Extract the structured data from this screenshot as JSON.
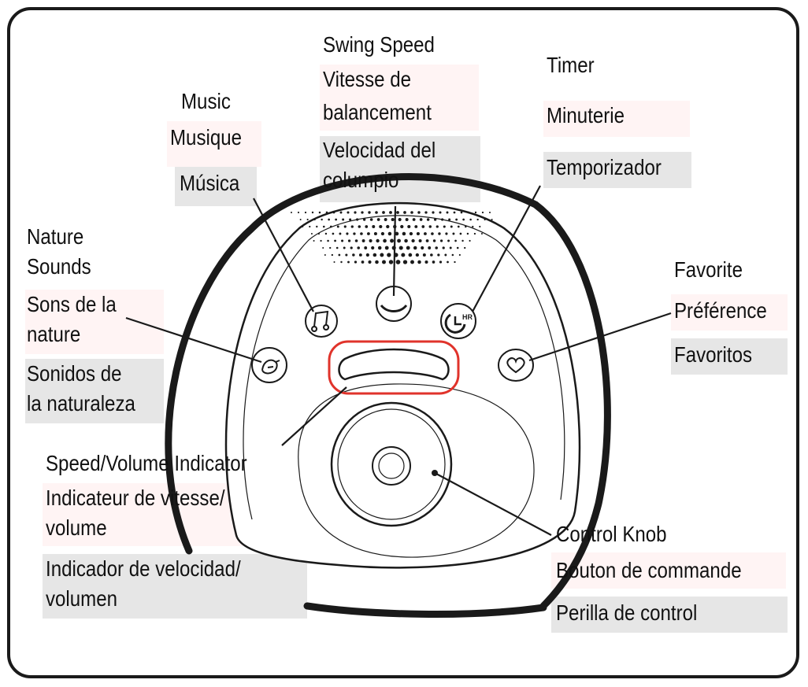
{
  "colors": {
    "french_tint": "#fff4f4",
    "spanish_tint": "#e6e6e6",
    "indicator_outline": "#e0332b",
    "line": "#1a1a1a"
  },
  "labels": {
    "swing_speed": {
      "en": "Swing Speed",
      "fr": [
        "Vitesse de",
        "balancement"
      ],
      "es": [
        "Velocidad del",
        "columpio"
      ]
    },
    "timer": {
      "en": "Timer",
      "fr": "Minuterie",
      "es": "Temporizador"
    },
    "music": {
      "en": "Music",
      "fr": "Musique",
      "es": "Música"
    },
    "nature_sounds": {
      "en": [
        "Nature",
        "Sounds"
      ],
      "fr": [
        "Sons de la",
        "nature"
      ],
      "es": [
        "Sonidos de",
        "la naturaleza"
      ]
    },
    "favorite": {
      "en": "Favorite",
      "fr": "Préférence",
      "es": "Favoritos"
    },
    "speed_volume_indicator": {
      "en": "Speed/Volume Indicator",
      "fr": [
        "Indicateur de vitesse/",
        "volume"
      ],
      "es": [
        "Indicador de velocidad/",
        "volumen"
      ]
    },
    "control_knob": {
      "en": "Control Knob",
      "fr": "Bouton de commande",
      "es": "Perilla de control"
    }
  },
  "icons": {
    "music_button": "music-note-icon",
    "swing_button": "swing-icon",
    "timer_button": "timer-icon",
    "timer_badge": "HR",
    "nature_button": "bird-icon",
    "favorite_button": "heart-icon"
  }
}
